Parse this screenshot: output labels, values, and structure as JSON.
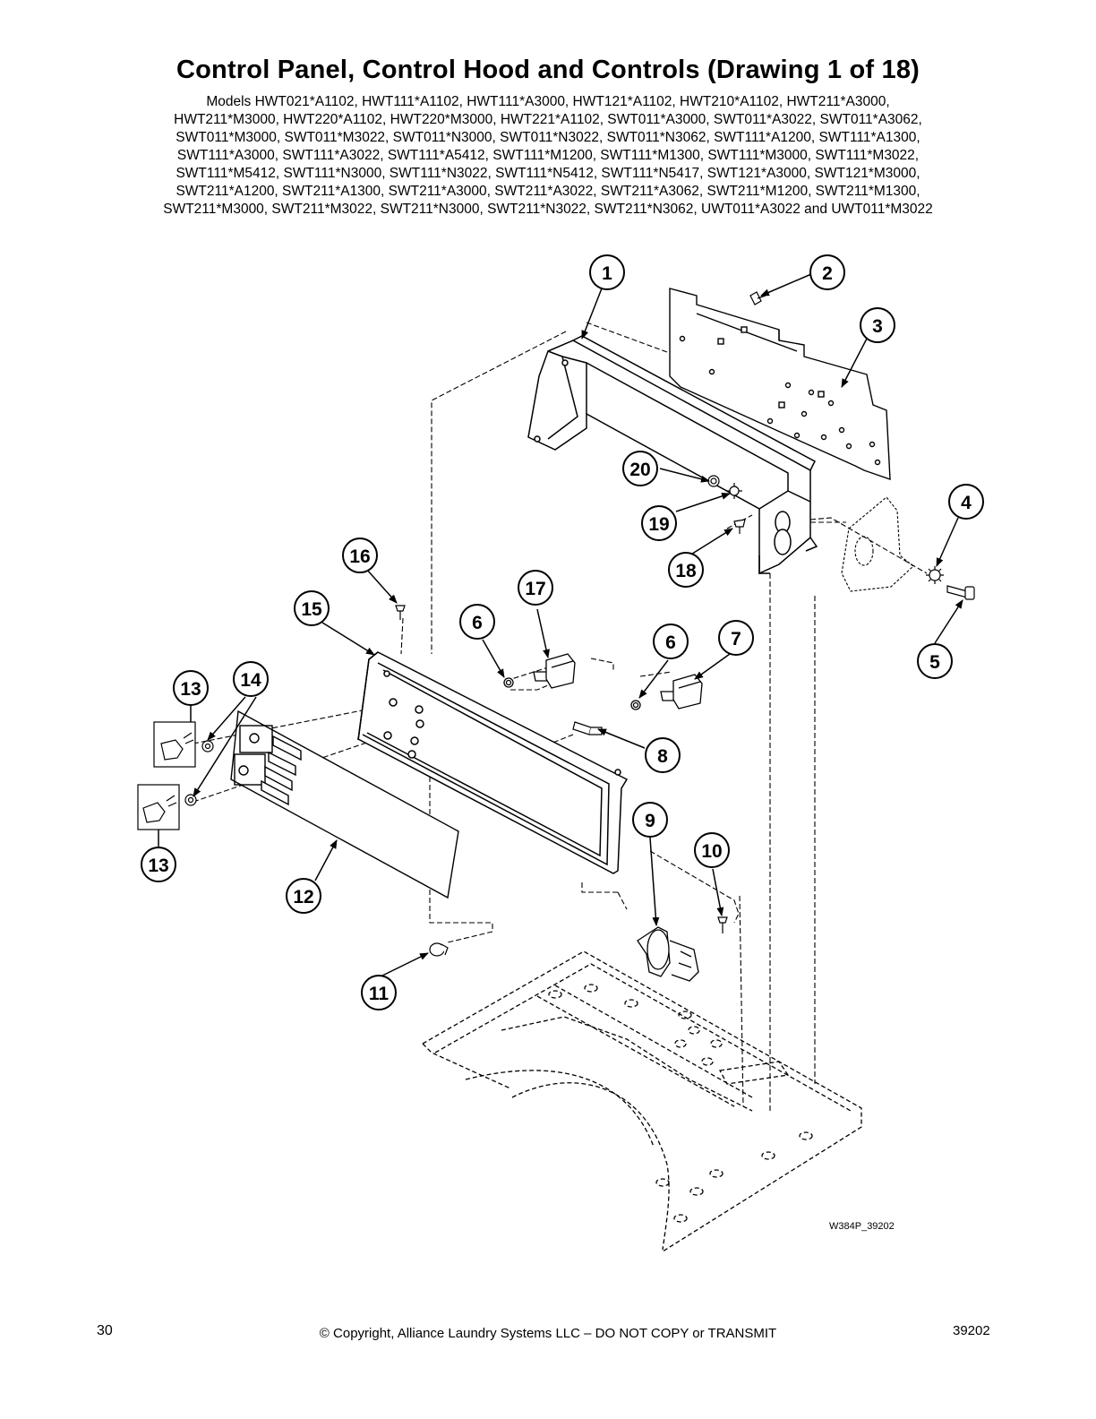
{
  "title": "Control Panel, Control Hood and Controls (Drawing 1 of 18)",
  "models_lines": [
    "Models HWT021*A1102, HWT111*A1102, HWT111*A3000, HWT121*A1102, HWT210*A1102, HWT211*A3000,",
    "HWT211*M3000, HWT220*A1102, HWT220*M3000, HWT221*A1102, SWT011*A3000, SWT011*A3022, SWT011*A3062,",
    "SWT011*M3000, SWT011*M3022, SWT011*N3000, SWT011*N3022, SWT011*N3062, SWT111*A1200, SWT111*A1300,",
    "SWT111*A3000, SWT111*A3022, SWT111*A5412, SWT111*M1200, SWT111*M1300, SWT111*M3000, SWT111*M3022,",
    "SWT111*M5412, SWT111*N3000, SWT111*N3022, SWT111*N5412, SWT111*N5417, SWT121*A3000, SWT121*M3000,",
    "SWT211*A1200, SWT211*A1300, SWT211*A3000, SWT211*A3022, SWT211*A3062, SWT211*M1200, SWT211*M1300,",
    "SWT211*M3000, SWT211*M3022, SWT211*N3000, SWT211*N3022, SWT211*N3062, UWT011*A3022 and UWT011*M3022"
  ],
  "callouts": [
    "1",
    "2",
    "3",
    "4",
    "5",
    "6",
    "6",
    "7",
    "8",
    "9",
    "10",
    "11",
    "12",
    "13",
    "13",
    "14",
    "15",
    "16",
    "17",
    "18",
    "19",
    "20"
  ],
  "drawing_id": "W384P_39202",
  "footer": {
    "page_number": "30",
    "copyright": "© Copyright, Alliance Laundry Systems LLC – DO NOT COPY or TRANSMIT",
    "doc_number": "39202"
  }
}
